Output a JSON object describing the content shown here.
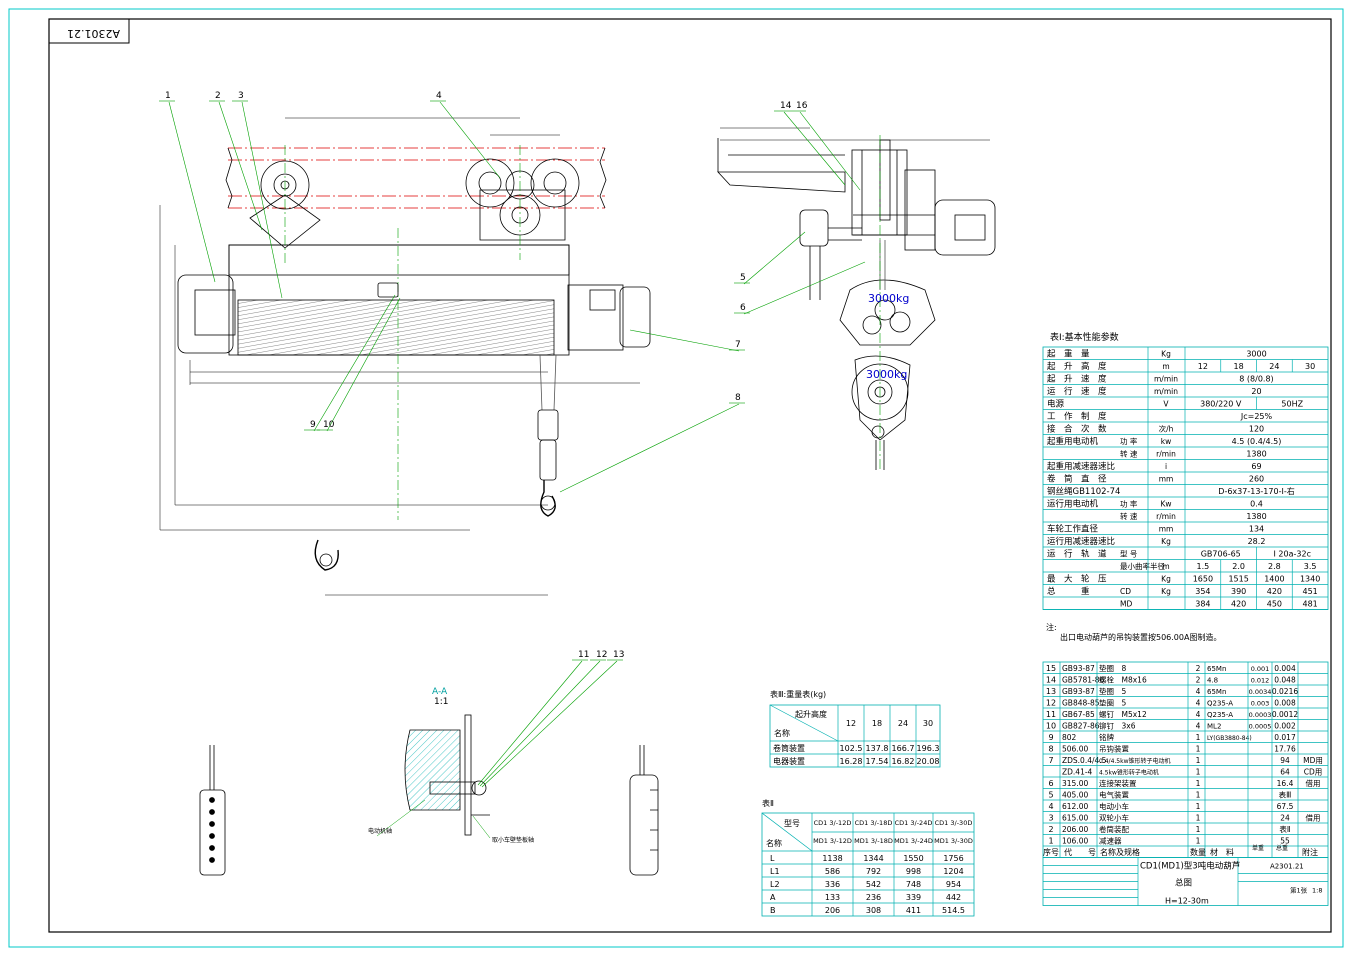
{
  "drawing_code": "A2301.21",
  "balloons": [
    "1",
    "2",
    "3",
    "4",
    "14",
    "16",
    "5",
    "6",
    "7",
    "8",
    "9",
    "10",
    "11",
    "12",
    "13"
  ],
  "hook_labels": [
    "3000kg",
    "3000kg"
  ],
  "section_label": "A-A",
  "section_scale": "1:1",
  "section_notes": [
    "电动机轴",
    "取小车壁垫板轴"
  ],
  "table1": {
    "title": "表Ⅰ:基本性能参数",
    "rows": [
      {
        "name": "起　重　量",
        "unit": "Kg",
        "values": [
          "3000"
        ]
      },
      {
        "name": "起　升　高　度",
        "unit": "m",
        "values": [
          "12",
          "18",
          "24",
          "30"
        ]
      },
      {
        "name": "起　升　速　度",
        "unit": "m/min",
        "values": [
          "8 (8/0.8)"
        ]
      },
      {
        "name": "运　行　速　度",
        "unit": "m/min",
        "values": [
          "20"
        ]
      },
      {
        "name": "电源",
        "unit": "V",
        "values": [
          "380/220 V",
          "50HZ"
        ]
      },
      {
        "name": "工　作　制　度",
        "unit": "",
        "values": [
          "Jc=25%"
        ]
      },
      {
        "name": "接　合　次　数",
        "unit": "次/h",
        "values": [
          "120"
        ]
      },
      {
        "name": "起重用电动机",
        "sub": "功 率",
        "unit": "kw",
        "values": [
          "4.5 (0.4/4.5)"
        ]
      },
      {
        "name": "",
        "sub": "转 速",
        "unit": "r/min",
        "values": [
          "1380"
        ]
      },
      {
        "name": "起重用减速器速比",
        "unit": "i",
        "values": [
          "69"
        ]
      },
      {
        "name": "卷　筒　直　径",
        "unit": "mm",
        "values": [
          "260"
        ]
      },
      {
        "name": "钢丝绳GB1102-74",
        "unit": "",
        "values": [
          "D-6x37-13-170-Ⅰ-右"
        ]
      },
      {
        "name": "运行用电动机",
        "sub": "功 率",
        "unit": "Kw",
        "values": [
          "0.4"
        ]
      },
      {
        "name": "",
        "sub": "转 速",
        "unit": "r/min",
        "values": [
          "1380"
        ]
      },
      {
        "name": "车轮工作直径",
        "unit": "mm",
        "values": [
          "134"
        ]
      },
      {
        "name": "运行用减速器速比",
        "unit": "Kg",
        "values": [
          "28.2"
        ]
      },
      {
        "name": "运　行　轨　道",
        "sub": "型 号",
        "unit": "",
        "values": [
          "GB706-65",
          "I 20a-32c"
        ]
      },
      {
        "name": "",
        "sub": "最小曲率半径",
        "unit": "m",
        "values": [
          "1.5",
          "2.0",
          "2.8",
          "3.5"
        ]
      },
      {
        "name": "最　大　轮　压",
        "unit": "Kg",
        "values": [
          "1650",
          "1515",
          "1400",
          "1340"
        ]
      },
      {
        "name": "总　　　重",
        "sub": "CD",
        "unit": "Kg",
        "values": [
          "354",
          "390",
          "420",
          "451"
        ]
      },
      {
        "name": "",
        "sub": "MD",
        "unit": "",
        "values": [
          "384",
          "420",
          "450",
          "481"
        ]
      }
    ],
    "note_head": "注:",
    "note": "出口电动葫芦的吊钩装置按506.00A图制造。"
  },
  "bom": {
    "rows": [
      {
        "no": "15",
        "code": "GB93-87",
        "name": "垫圈　8",
        "qty": "2",
        "mat": "65Mn",
        "w1": "0.001",
        "w2": "0.004",
        "rem": ""
      },
      {
        "no": "14",
        "code": "GB5781-86",
        "name": "螺栓　M8x16",
        "qty": "2",
        "mat": "4.8",
        "w1": "0.012",
        "w2": "0.048",
        "rem": ""
      },
      {
        "no": "13",
        "code": "GB93-87",
        "name": "垫圈　5",
        "qty": "4",
        "mat": "65Mn",
        "w1": "0.0034",
        "w2": "0.0216",
        "rem": ""
      },
      {
        "no": "12",
        "code": "GB848-85",
        "name": "垫圈　5",
        "qty": "4",
        "mat": "Q235-A",
        "w1": "0.003",
        "w2": "0.008",
        "rem": ""
      },
      {
        "no": "11",
        "code": "GB67-85",
        "name": "螺钉　M5x12",
        "qty": "4",
        "mat": "Q235-A",
        "w1": "0.0003",
        "w2": "0.0012",
        "rem": ""
      },
      {
        "no": "10",
        "code": "GB827-86",
        "name": "铆钉　3x6",
        "qty": "4",
        "mat": "ML2",
        "w1": "0.0005",
        "w2": "0.002",
        "rem": ""
      },
      {
        "no": "9",
        "code": "802",
        "name": "铭牌",
        "qty": "1",
        "mat": "LY(GB3880-84)",
        "w1": "",
        "w2": "0.017",
        "rem": ""
      },
      {
        "no": "8",
        "code": "506.00",
        "name": "吊钩装置",
        "qty": "1",
        "mat": "",
        "w1": "",
        "w2": "17.76",
        "rem": ""
      },
      {
        "no": "7",
        "code": "ZDS.0.4/4.5",
        "name": "0.4/4.5kw锥形转子电动机",
        "qty": "1",
        "mat": "",
        "w1": "",
        "w2": "94",
        "rem": "MD用"
      },
      {
        "no": "",
        "code": "ZD.41-4",
        "name": "4.5kw锥形转子电动机",
        "qty": "1",
        "mat": "",
        "w1": "",
        "w2": "64",
        "rem": "CD用"
      },
      {
        "no": "6",
        "code": "315.00",
        "name": "连接架装置",
        "qty": "1",
        "mat": "",
        "w1": "",
        "w2": "16.4",
        "rem": "借用"
      },
      {
        "no": "5",
        "code": "405.00",
        "name": "电气装置",
        "qty": "1",
        "mat": "",
        "w1": "",
        "w2": "表Ⅲ",
        "rem": ""
      },
      {
        "no": "4",
        "code": "612.00",
        "name": "电动小车",
        "qty": "1",
        "mat": "",
        "w1": "",
        "w2": "67.5",
        "rem": ""
      },
      {
        "no": "3",
        "code": "615.00",
        "name": "双轮小车",
        "qty": "1",
        "mat": "",
        "w1": "",
        "w2": "24",
        "rem": "借用"
      },
      {
        "no": "2",
        "code": "206.00",
        "name": "卷筒装配",
        "qty": "1",
        "mat": "",
        "w1": "",
        "w2": "表Ⅱ",
        "rem": ""
      },
      {
        "no": "1",
        "code": "106.00",
        "name": "减速器",
        "qty": "1",
        "mat": "",
        "w1": "",
        "w2": "55",
        "rem": ""
      }
    ],
    "header": {
      "no": "序号",
      "code": "代　　号",
      "name": "名称及规格",
      "qty": "数量",
      "mat": "材　料",
      "w_single": "单重",
      "w_total": "总重",
      "rem": "附注"
    }
  },
  "title_block": {
    "title": "CD1(MD1)型3吨电动葫芦",
    "subtitle": "总图",
    "code": "A2301.21",
    "range": "H=12-30m",
    "sheet": "第1张",
    "scale": "1:8"
  },
  "table_weight": {
    "title": "表Ⅲ:重量表(kg)",
    "corner_top": "起升高度",
    "corner_bottom": "名称",
    "heights": [
      "12",
      "18",
      "24",
      "30"
    ],
    "rows": [
      {
        "name": "卷筒装置",
        "values": [
          "102.5",
          "137.8",
          "166.7",
          "196.3"
        ]
      },
      {
        "name": "电器装置",
        "values": [
          "16.28",
          "17.54",
          "16.82",
          "20.08"
        ]
      }
    ]
  },
  "table2": {
    "title": "表Ⅱ",
    "corner_top": "型号",
    "corner_bottom": "名称",
    "models_cd": [
      "CD1 3/-12D",
      "CD1 3/-18D",
      "CD1 3/-24D",
      "CD1 3/-30D"
    ],
    "models_md": [
      "MD1 3/-12D",
      "MD1 3/-18D",
      "MD1 3/-24D",
      "MD1 3/-30D"
    ],
    "rows": [
      {
        "name": "L",
        "values": [
          "1138",
          "1344",
          "1550",
          "1756"
        ]
      },
      {
        "name": "L1",
        "values": [
          "586",
          "792",
          "998",
          "1204"
        ]
      },
      {
        "name": "L2",
        "values": [
          "336",
          "542",
          "748",
          "954"
        ]
      },
      {
        "name": "A",
        "values": [
          "133",
          "236",
          "339",
          "442"
        ]
      },
      {
        "name": "B",
        "values": [
          "206",
          "308",
          "411",
          "514.5"
        ]
      }
    ]
  },
  "colors": {
    "frame": "#00c8c8",
    "line": "#000000",
    "accent": "#00a000",
    "table": "#00b0b0",
    "red": "#dd0000"
  }
}
